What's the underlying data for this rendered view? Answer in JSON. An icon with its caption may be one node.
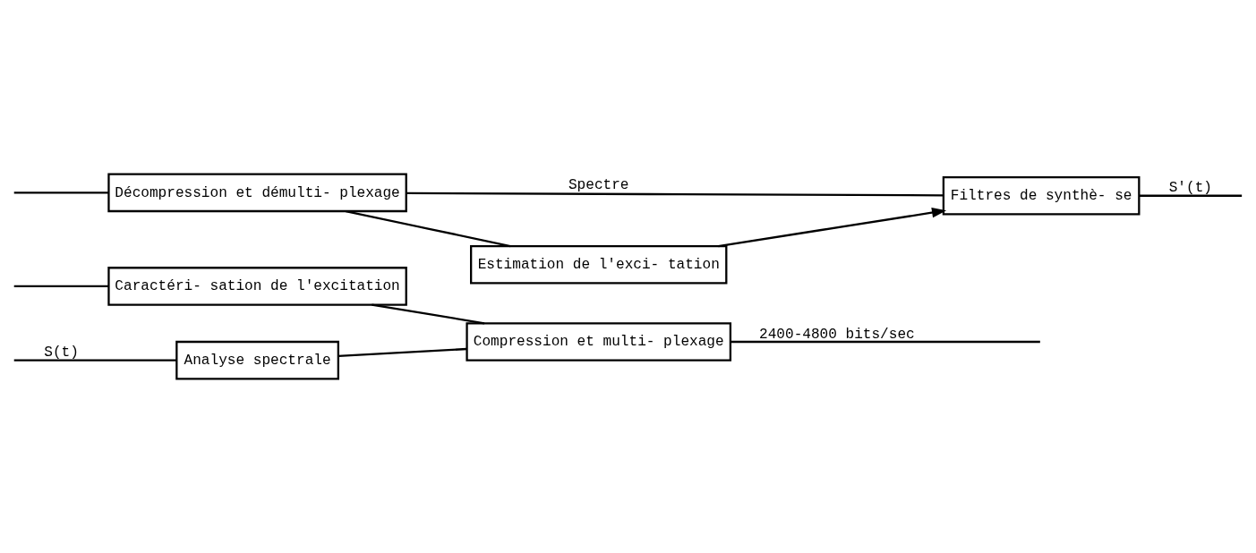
{
  "diagram": {
    "nodes": [
      {
        "text": [
          "Analyse spectrale"
        ]
      },
      {
        "text": [
          "Caractéri- sation de l'excitation"
        ]
      },
      {
        "text": [
          "Compression et multi- plexage"
        ]
      },
      {
        "text": [
          "Décompression et démulti- plexage"
        ]
      },
      {
        "text": [
          "Filtres de synthè- se"
        ]
      },
      {
        "text": [
          "Estimation de l'exci- tation"
        ]
      }
    ],
    "edges": [
      {
        "from": null,
        "to": 0,
        "arrow": "none",
        "label": "S(t)"
      },
      {
        "from": null,
        "to": 1,
        "arrow": "none"
      },
      {
        "from": 0,
        "to": 2,
        "arrow": "none"
      },
      {
        "from": 1,
        "to": 2,
        "arrow": "none"
      },
      {
        "from": 2,
        "to": null,
        "arrow": "none",
        "label": "2400-4800 bits/sec"
      },
      {
        "from": null,
        "to": 3,
        "arrow": "none"
      },
      {
        "from": 3,
        "to": 4,
        "arrow": "none",
        "label": "Spectre"
      },
      {
        "from": 3,
        "to": 5,
        "arrow": "none"
      },
      {
        "from": 5,
        "to": 4,
        "arrow": "to"
      },
      {
        "from": 4,
        "to": null,
        "arrow": "none",
        "label": "S′(t)"
      }
    ]
  }
}
